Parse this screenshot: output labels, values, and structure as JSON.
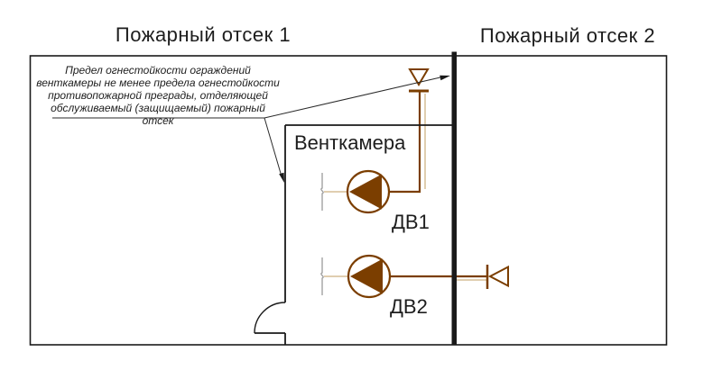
{
  "diagram": {
    "title_left": "Пожарный отсек 1",
    "title_right": "Пожарный отсек 2",
    "room_label": "Венткамера",
    "fan1_label": "ДВ1",
    "fan2_label": "ДВ2",
    "annotation": {
      "line1": "Предел огнестойкости ограждений",
      "line2": "венткамеры не менее предела огнестойкости",
      "line3": "противопожарной преграды, отделяющей",
      "line4": "обслуживаемый (защищаемый) пожарный отсек"
    },
    "symbols": {
      "fan-icon": "circle with solid left-pointing triangle impeller",
      "air-outlet-up-icon": "open down-pointing triangle over horizontal bar",
      "air-outlet-side-icon": "vertical bar with open left-pointing triangle",
      "duct-break-icon": "short vertical line with s-curve break",
      "door-icon": "quarter-circle door swing arc",
      "fire-barrier": "thick solid vertical wall line"
    },
    "colors": {
      "duct": "#7b3e00",
      "duct_light": "#d6bd96",
      "wall": "#1a1a1a",
      "break_mark": "#9c9c9c"
    }
  }
}
